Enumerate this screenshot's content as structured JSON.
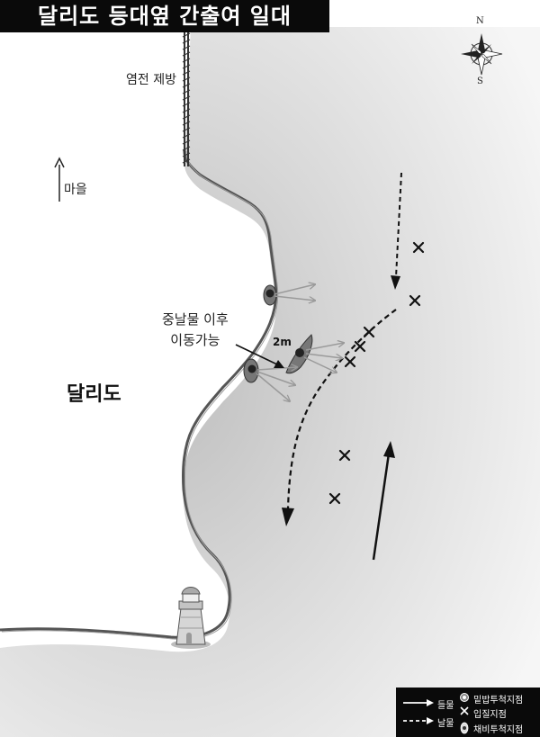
{
  "title": "달리도 등대옆 간출여 일대",
  "labels": {
    "seawall": "염전 제방",
    "village": "마을",
    "island": "달리도",
    "movable_line1": "중날물 이후",
    "movable_line2": "이동가능",
    "distance": "2m"
  },
  "compass": {
    "north": "N",
    "south": "S"
  },
  "legend": {
    "flood": "들물",
    "ebb": "날물",
    "bottom_cast": "밑밥투척지점",
    "entry": "입질지점",
    "chum": "채비투척지점"
  },
  "colors": {
    "background": "#ffffff",
    "title_bg": "#0a0a0a",
    "sea": "#c8c8c8",
    "arrow_gray": "#9a9a9a"
  }
}
